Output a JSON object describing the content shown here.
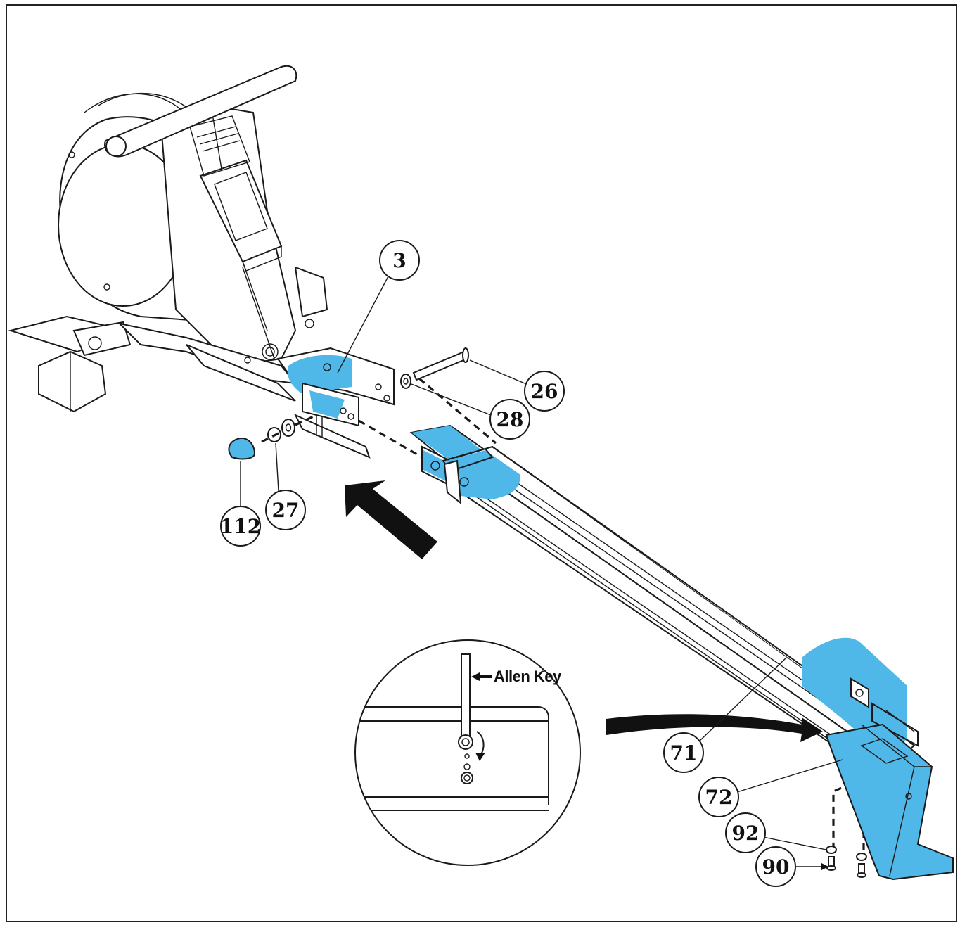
{
  "diagram": {
    "callouts": [
      {
        "id": "c3",
        "label": "3"
      },
      {
        "id": "c26",
        "label": "26"
      },
      {
        "id": "c28",
        "label": "28"
      },
      {
        "id": "c27",
        "label": "27"
      },
      {
        "id": "c112",
        "label": "112"
      },
      {
        "id": "c71",
        "label": "71"
      },
      {
        "id": "c72",
        "label": "72"
      },
      {
        "id": "c92",
        "label": "92"
      },
      {
        "id": "c90",
        "label": "90"
      }
    ],
    "detail_view": {
      "tool_label": "Allen Key"
    },
    "colors": {
      "highlight": "#4fb8e8",
      "line": "#1a1a1a",
      "background": "#ffffff"
    }
  }
}
